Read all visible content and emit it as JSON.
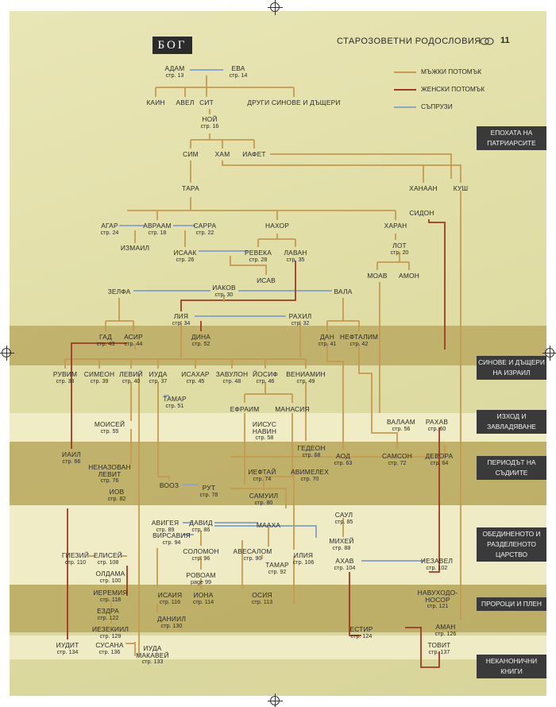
{
  "header": {
    "god": "БОГ",
    "title": "СТАРОЗОВЕТНИ РОДОСЛОВИЯ",
    "page_number": "11",
    "title_icon": "ornament-icon"
  },
  "colors": {
    "male": "#c59a52",
    "female": "#9c3b24",
    "spouse": "#8ea8c4",
    "band_dark": "#a0801e",
    "label_bg": "#3a3a3a"
  },
  "legend": [
    {
      "label": "МЪЖКИ ПОТОМЪК"
    },
    {
      "label": "ЖЕНСКИ ПОТОМЪК"
    },
    {
      "label": "СЪПРУЗИ"
    }
  ],
  "eras": [
    {
      "text": "ЕПОХАТА НА ПАТРИАРСИТЕ"
    },
    {
      "text": "СИНОВЕ И ДЪЩЕРИ НА ИЗРАИЛ"
    },
    {
      "text": "ИЗХОД И ЗАВЛАДЯВАНЕ"
    },
    {
      "text": "ПЕРИОДЪТ НА СЪДИИТЕ"
    },
    {
      "text": "ОБЕДИНЕНОТО И РАЗДЕЛЕНОТО ЦАРСТВО"
    },
    {
      "text": "ПРОРОЦИ И ПЛЕН"
    },
    {
      "text": "НЕКАНОНИЧНИ КНИГИ"
    }
  ],
  "people": [
    {
      "id": "adam",
      "name": "АДАМ",
      "page": "стр. 13"
    },
    {
      "id": "eva",
      "name": "ЕВА",
      "page": "стр. 14"
    },
    {
      "id": "kain",
      "name": "КАИН",
      "page": ""
    },
    {
      "id": "avel",
      "name": "АВЕЛ",
      "page": ""
    },
    {
      "id": "sit",
      "name": "СИТ",
      "page": ""
    },
    {
      "id": "others",
      "name": "ДРУГИ СИНОВЕ И ДЪЩЕРИ",
      "page": ""
    },
    {
      "id": "noy",
      "name": "НОЙ",
      "page": "стр. 16"
    },
    {
      "id": "sim",
      "name": "СИМ",
      "page": ""
    },
    {
      "id": "ham",
      "name": "ХАМ",
      "page": ""
    },
    {
      "id": "iafet",
      "name": "ИАФЕТ",
      "page": ""
    },
    {
      "id": "tara",
      "name": "ТАРА",
      "page": ""
    },
    {
      "id": "hanaan",
      "name": "ХАНААН",
      "page": ""
    },
    {
      "id": "kush",
      "name": "КУШ",
      "page": ""
    },
    {
      "id": "sidon",
      "name": "СИДОН",
      "page": ""
    },
    {
      "id": "agar",
      "name": "АГАР",
      "page": "стр. 24"
    },
    {
      "id": "avraam",
      "name": "АВРААМ",
      "page": "стр. 18"
    },
    {
      "id": "sara",
      "name": "САРРА",
      "page": "стр. 22"
    },
    {
      "id": "nahor",
      "name": "НАХОР",
      "page": ""
    },
    {
      "id": "haran",
      "name": "ХАРАН",
      "page": ""
    },
    {
      "id": "izmail",
      "name": "ИЗМАИЛ",
      "page": ""
    },
    {
      "id": "isaak",
      "name": "ИСААК",
      "page": "стр. 26"
    },
    {
      "id": "reveka",
      "name": "РЕВЕКА",
      "page": "стр. 28"
    },
    {
      "id": "lavan",
      "name": "ЛАВАН",
      "page": "стр. 35"
    },
    {
      "id": "lot",
      "name": "ЛОТ",
      "page": "стр. 20"
    },
    {
      "id": "isav",
      "name": "ИСАВ",
      "page": ""
    },
    {
      "id": "moav",
      "name": "МОАВ",
      "page": ""
    },
    {
      "id": "amon",
      "name": "АМОН",
      "page": ""
    },
    {
      "id": "zelfa",
      "name": "ЗЕЛФА",
      "page": ""
    },
    {
      "id": "iakov",
      "name": "ИАКОВ",
      "page": "стр. 30"
    },
    {
      "id": "vala",
      "name": "ВАЛА",
      "page": ""
    },
    {
      "id": "lia",
      "name": "ЛИЯ",
      "page": "стр. 34"
    },
    {
      "id": "rahil",
      "name": "РАХИЛ",
      "page": "стр. 32"
    },
    {
      "id": "gad",
      "name": "ГАД",
      "page": "стр. 43"
    },
    {
      "id": "asir",
      "name": "АСИР",
      "page": "стр. 44"
    },
    {
      "id": "dina",
      "name": "ДИНА",
      "page": "стр. 52"
    },
    {
      "id": "dan",
      "name": "ДАН",
      "page": "стр. 41"
    },
    {
      "id": "neftalim",
      "name": "НЕФТАЛИМ",
      "page": "стр. 42"
    },
    {
      "id": "ruvim",
      "name": "РУВИМ",
      "page": "стр. 38"
    },
    {
      "id": "simeon",
      "name": "СИМЕОН",
      "page": "стр. 39"
    },
    {
      "id": "levii",
      "name": "ЛЕВИЙ",
      "page": "стр. 40"
    },
    {
      "id": "iuda",
      "name": "ИУДА",
      "page": "стр. 37"
    },
    {
      "id": "isahar",
      "name": "ИСАХАР",
      "page": "стр. 45"
    },
    {
      "id": "zavulon",
      "name": "ЗАВУЛОН",
      "page": "стр. 48"
    },
    {
      "id": "iosif",
      "name": "ЙОСИФ",
      "page": "стр. 46"
    },
    {
      "id": "veniamin",
      "name": "ВЕНИАМИН",
      "page": "стр. 49"
    },
    {
      "id": "tamar1",
      "name": "ТАМАР",
      "page": "стр. 51"
    },
    {
      "id": "efraim",
      "name": "ЕФРАИМ",
      "page": ""
    },
    {
      "id": "manasia",
      "name": "МАНАСИЯ",
      "page": ""
    },
    {
      "id": "moisei",
      "name": "МОИСЕЙ",
      "page": "стр. 55"
    },
    {
      "id": "iisus",
      "name": "ИИСУС НАВИН",
      "page": "стр. 58"
    },
    {
      "id": "valaam",
      "name": "ВАЛААМ",
      "page": "стр. 56"
    },
    {
      "id": "rahav",
      "name": "РАХАВ",
      "page": "стр. 60"
    },
    {
      "id": "iail",
      "name": "ИАИЛ",
      "page": "стр. 66"
    },
    {
      "id": "gedeon",
      "name": "ГЕДЕОН",
      "page": "стр. 68"
    },
    {
      "id": "aod",
      "name": "АОД",
      "page": "стр. 63"
    },
    {
      "id": "samson",
      "name": "САМСОН",
      "page": "стр. 72"
    },
    {
      "id": "devora",
      "name": "ДЕВОРА",
      "page": "стр. 64"
    },
    {
      "id": "nenazovan",
      "name": "НЕНАЗОВАН ЛЕВИТ",
      "page": "стр. 76"
    },
    {
      "id": "ieftai",
      "name": "ИЕФТАЙ",
      "page": "стр. 74"
    },
    {
      "id": "avimeleh",
      "name": "АВИМЕЛЕХ",
      "page": "стр. 70"
    },
    {
      "id": "iov",
      "name": "ИОВ",
      "page": "стр. 82"
    },
    {
      "id": "vooz",
      "name": "ВООЗ",
      "page": ""
    },
    {
      "id": "rut",
      "name": "РУТ",
      "page": "стр. 78"
    },
    {
      "id": "samuil",
      "name": "САМУИЛ",
      "page": "стр. 80"
    },
    {
      "id": "saul",
      "name": "САУЛ",
      "page": "стр. 85"
    },
    {
      "id": "avigeia",
      "name": "АВИГЕЯ",
      "page": "стр. 89"
    },
    {
      "id": "david",
      "name": "ДАВИД",
      "page": "стр. 86"
    },
    {
      "id": "vitsavia",
      "name": "ВИРСАВИЯ",
      "page": "стр. 94"
    },
    {
      "id": "maaha",
      "name": "МААХА",
      "page": ""
    },
    {
      "id": "mihei",
      "name": "МИХЕЙ",
      "page": "стр. 88"
    },
    {
      "id": "solomon",
      "name": "СОЛОМОН",
      "page": "стр. 96"
    },
    {
      "id": "avesalom",
      "name": "АВЕСАЛОМ",
      "page": "стр. 90"
    },
    {
      "id": "ilia",
      "name": "ИЛИЯ",
      "page": "стр. 106"
    },
    {
      "id": "ahav",
      "name": "АХАВ",
      "page": "стр. 104"
    },
    {
      "id": "iezavel",
      "name": "ИЕЗАВЕЛ",
      "page": "стр. 102"
    },
    {
      "id": "giezii",
      "name": "ГИЕЗИЙ",
      "page": "стр. 110"
    },
    {
      "id": "elisei",
      "name": "ЕЛИСЕЙ",
      "page": "стр. 108"
    },
    {
      "id": "tamar2",
      "name": "ТАМАР",
      "page": "стр. 92"
    },
    {
      "id": "roboam",
      "name": "РОВОАМ",
      "page": "page 99"
    },
    {
      "id": "oldama",
      "name": "ОЛДАМА",
      "page": "стр. 100"
    },
    {
      "id": "ieremia",
      "name": "ИЕРЕМИЯ",
      "page": "стр. 118"
    },
    {
      "id": "isaia",
      "name": "ИСАИЯ",
      "page": "стр. 116"
    },
    {
      "id": "iona",
      "name": "ИОНА",
      "page": "стр. 114"
    },
    {
      "id": "osia",
      "name": "ОСИЯ",
      "page": "стр. 113"
    },
    {
      "id": "navuhodonosor",
      "name": "НАВУХОДО-НОСОР",
      "page": "стр. 121"
    },
    {
      "id": "ezdra",
      "name": "ЕЗДРА",
      "page": "стр. 122"
    },
    {
      "id": "daniil",
      "name": "ДАНИИЛ",
      "page": "стр. 130"
    },
    {
      "id": "iezekiil",
      "name": "ИЕЗЕКИИЛ",
      "page": "стр. 129"
    },
    {
      "id": "estir",
      "name": "ЕСТИР",
      "page": "стр. 124"
    },
    {
      "id": "aman",
      "name": "АМАН",
      "page": "стр. 126"
    },
    {
      "id": "iudit",
      "name": "ИУДИТ",
      "page": "стр. 134"
    },
    {
      "id": "susana",
      "name": "СУСАНА",
      "page": "стр. 136"
    },
    {
      "id": "iudamakavei",
      "name": "ИУДА МАКАВЕЙ",
      "page": "стр. 133"
    },
    {
      "id": "tovit",
      "name": "ТОВИТ",
      "page": "стр. 137"
    }
  ]
}
